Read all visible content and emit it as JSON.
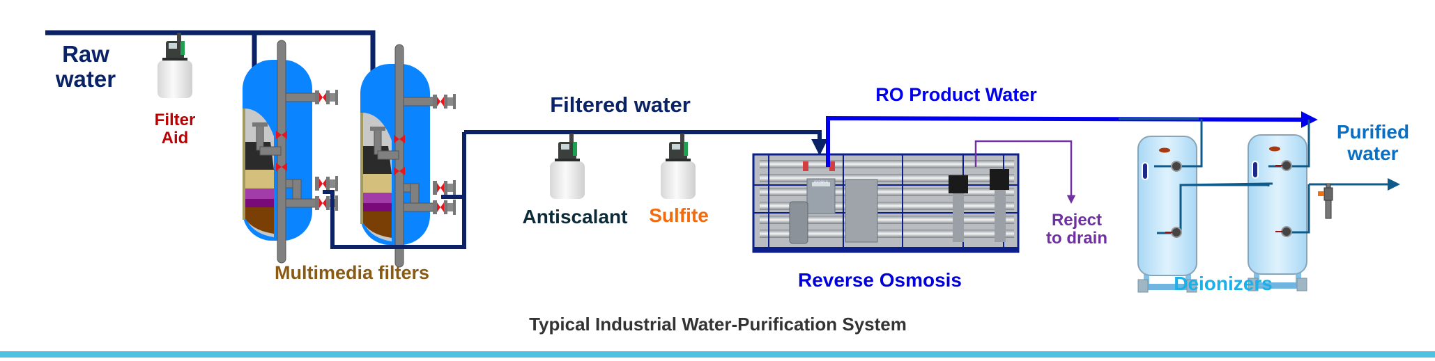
{
  "diagram": {
    "title": "Typical Industrial Water-Purification System",
    "colors": {
      "main_pipe": "#0b2366",
      "ro_product_pipe": "#0000ee",
      "reject_pipe": "#7030a0",
      "di_pipe": "#0e5a8a",
      "filter_tank": "#0a84ff",
      "di_tank": "#bfe3f8",
      "footer_bar": "#4fc0e0"
    },
    "labels": {
      "raw_water": [
        "Raw",
        "water"
      ],
      "filter_aid": [
        "Filter",
        "Aid"
      ],
      "multimedia_filters": "Multimedia filters",
      "filtered_water": "Filtered water",
      "antiscalant": "Antiscalant",
      "sulfite": "Sulfite",
      "ro_product_water": "RO Product Water",
      "reverse_osmosis": "Reverse Osmosis",
      "reject_to_drain": [
        "Reject",
        "to drain"
      ],
      "deionizers": "Deionizers",
      "purified_water": [
        "Purified",
        "water"
      ],
      "ro_panel_brand": "evoqua"
    },
    "label_colors": {
      "raw_water": "#0b2366",
      "filter_aid": "#c00000",
      "multimedia_filters": "#8b5a12",
      "filtered_water": "#0b2366",
      "antiscalant": "#0d2a38",
      "sulfite": "#f26b0f",
      "ro_product_water": "#0000ee",
      "reverse_osmosis": "#0000dd",
      "reject_to_drain": "#7030a0",
      "deionizers": "#1cb0e8",
      "purified_water": "#0a6fc2",
      "title": "#333333"
    },
    "nodes": [
      {
        "id": "raw-water",
        "type": "source"
      },
      {
        "id": "filter-aid",
        "type": "chemical-feed-pump"
      },
      {
        "id": "multimedia-filter-1",
        "type": "multimedia-filter"
      },
      {
        "id": "multimedia-filter-2",
        "type": "multimedia-filter"
      },
      {
        "id": "antiscalant",
        "type": "chemical-feed-pump"
      },
      {
        "id": "sulfite",
        "type": "chemical-feed-pump"
      },
      {
        "id": "reverse-osmosis",
        "type": "ro-skid"
      },
      {
        "id": "deionizer-1",
        "type": "deionizer"
      },
      {
        "id": "deionizer-2",
        "type": "deionizer"
      },
      {
        "id": "purified-water",
        "type": "sink"
      },
      {
        "id": "drain",
        "type": "sink"
      }
    ],
    "edges": [
      {
        "from": "raw-water",
        "to": "multimedia-filter-1",
        "label": "Raw water"
      },
      {
        "from": "raw-water",
        "to": "multimedia-filter-2"
      },
      {
        "from": "filter-aid",
        "to": "raw-water"
      },
      {
        "from": "multimedia-filter-1",
        "to": "reverse-osmosis",
        "label": "Filtered water"
      },
      {
        "from": "multimedia-filter-2",
        "to": "reverse-osmosis"
      },
      {
        "from": "antiscalant",
        "to": "reverse-osmosis"
      },
      {
        "from": "sulfite",
        "to": "reverse-osmosis"
      },
      {
        "from": "reverse-osmosis",
        "to": "deionizer-1",
        "label": "RO Product Water"
      },
      {
        "from": "reverse-osmosis",
        "to": "drain",
        "label": "Reject to drain"
      },
      {
        "from": "deionizer-1",
        "to": "deionizer-2"
      },
      {
        "from": "deionizer-2",
        "to": "purified-water",
        "label": "Purified water"
      }
    ]
  }
}
